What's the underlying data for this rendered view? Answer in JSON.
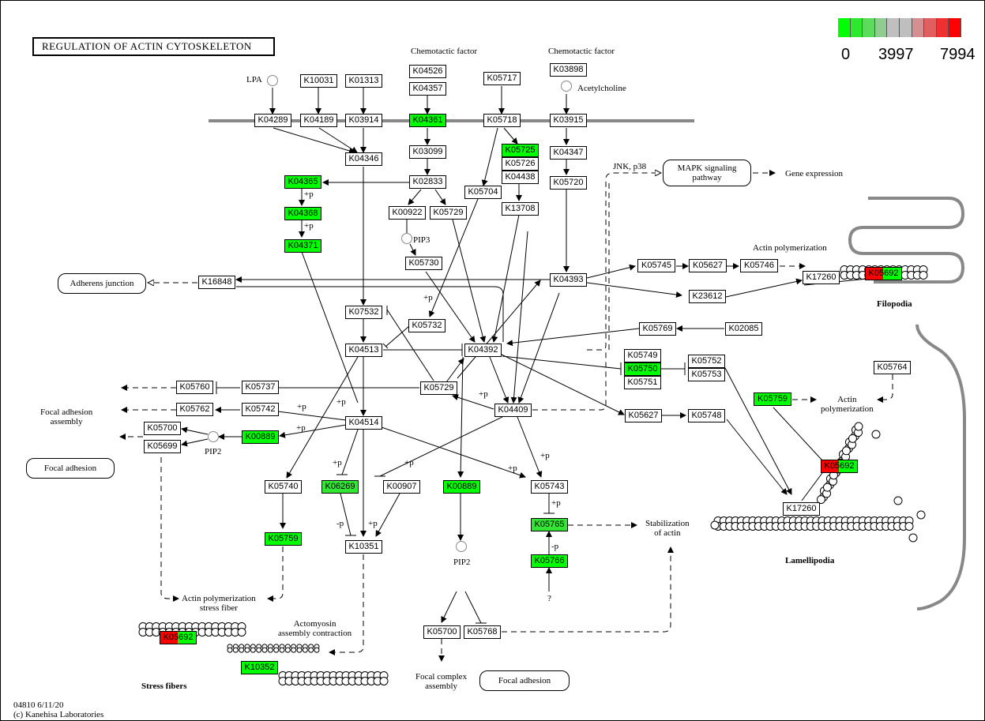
{
  "title": "REGULATION OF ACTIN CYTOSKELETON",
  "legend": {
    "colors": [
      "#00ff00",
      "#2ee82e",
      "#5cdc5c",
      "#8fcc8f",
      "#bfbfbf",
      "#bfbfbf",
      "#d49090",
      "#e06060",
      "#f03030",
      "#ff0000"
    ],
    "min_label": "0",
    "mid_label": "3997",
    "max_label": "7994"
  },
  "labels": {
    "chemotactic1": "Chemotactic factor",
    "chemotactic2": "Chemotactic factor",
    "lpa": "LPA",
    "acetylcholine": "Acetylcholine",
    "jnk": "JNK, p38",
    "gene_expression": "Gene expression",
    "actin_poly_top": "Actin polymerization",
    "filopodia": "Filopodia",
    "pip3": "PIP3",
    "pip2_left": "PIP2",
    "pip2_mid": "PIP2",
    "focal_adhesion_assembly": "Focal adhesion\nassembly",
    "actin_poly_right": "Actin\npolymerization",
    "stabilization": "Stabilization\nof actin",
    "lamellipodia": "Lamellipodia",
    "actin_poly_stress": "Actin polymerization\nstress fiber",
    "actomyosin": "Actomyosin\nassembly contraction",
    "stress_fibers": "Stress fibers",
    "focal_complex": "Focal complex\nassembly",
    "question": "?",
    "p1": "+p",
    "p2": "+p",
    "p3": "+p",
    "p4": "+p",
    "p5": "+p",
    "p6": "+p",
    "p7": "+p",
    "p8": "+p",
    "p9": "+p",
    "p10": "+p",
    "p11": "+p",
    "m1": "-p",
    "m2": "-p"
  },
  "pathways": {
    "mapk": "MAPK signaling\npathway",
    "adherens": "Adherens junction",
    "focal_adhesion_left": "Focal adhesion",
    "focal_adhesion_bottom": "Focal adhesion"
  },
  "footer": {
    "map_id": "04810 6/11/20",
    "copyright": "(c) Kanehisa Laboratories"
  },
  "nodes": {
    "K10031": "K10031",
    "K01313": "K01313",
    "K04526": "K04526",
    "K04357": "K04357",
    "K05717": "K05717",
    "K03898": "K03898",
    "K04289": "K04289",
    "K04189": "K04189",
    "K03914": "K03914",
    "K04361": "K04361",
    "K05718": "K05718",
    "K03915": "K03915",
    "K04346": "K04346",
    "K03099": "K03099",
    "K05725": "K05725",
    "K05726": "K05726",
    "K04438": "K04438",
    "K04347": "K04347",
    "K02833": "K02833",
    "K05720": "K05720",
    "K04365": "K04365",
    "K04368": "K04368",
    "K04371": "K04371",
    "K00922": "K00922",
    "K05729a": "K05729",
    "K05704": "K05704",
    "K13708": "K13708",
    "K05730": "K05730",
    "K16848": "K16848",
    "K04393": "K04393",
    "K05745": "K05745",
    "K05627a": "K05627",
    "K05746": "K05746",
    "K17260a": "K17260",
    "K05692a": "K05692",
    "K23612": "K23612",
    "K07532": "K07532",
    "K05732": "K05732",
    "K04513": "K04513",
    "K04392": "K04392",
    "K05769": "K05769",
    "K02085": "K02085",
    "K05749": "K05749",
    "K05750": "K05750",
    "K05751": "K05751",
    "K05752": "K05752",
    "K05753": "K05753",
    "K05764": "K05764",
    "K05760": "K05760",
    "K05737": "K05737",
    "K05729b": "K05729",
    "K05762": "K05762",
    "K05742": "K05742",
    "K04409": "K04409",
    "K05627b": "K05627",
    "K05748": "K05748",
    "K05759a": "K05759",
    "K05700a": "K05700",
    "K05699": "K05699",
    "K00889a": "K00889",
    "K04514": "K04514",
    "K05740": "K05740",
    "K06269": "K06269",
    "K00907": "K00907",
    "K00889b": "K00889",
    "K05743": "K05743",
    "K05692b": "K05692",
    "K17260b": "K17260",
    "K05759b": "K05759",
    "K10351": "K10351",
    "K05765": "K05765",
    "K05766": "K05766",
    "K05692c": "K05692",
    "K10352": "K10352",
    "K05700b": "K05700",
    "K05768": "K05768"
  }
}
